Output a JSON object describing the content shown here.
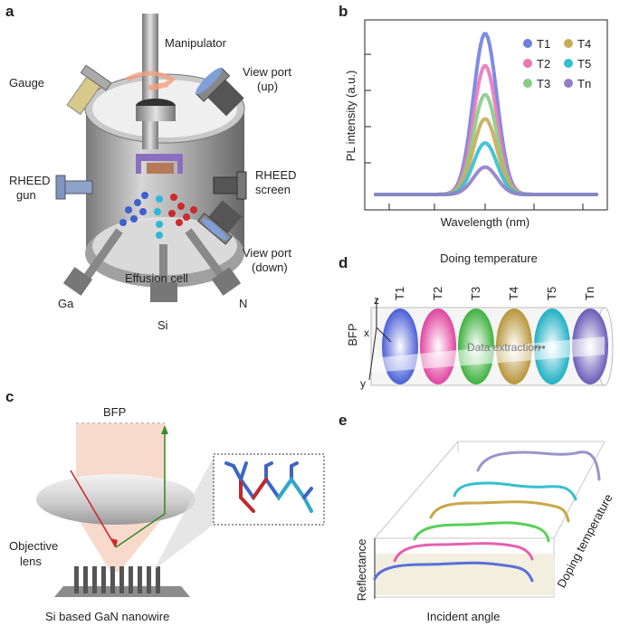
{
  "panels": {
    "a": {
      "letter": "a",
      "labels": {
        "manipulator": "Manipulator",
        "gauge": "Gauge",
        "view_port_up_1": "View port",
        "view_port_up_2": "(up)",
        "rheed_gun_1": "RHEED",
        "rheed_gun_2": "gun",
        "rheed_screen_1": "RHEED",
        "rheed_screen_2": "screen",
        "view_port_down_1": "View port",
        "view_port_down_2": "(down)",
        "effusion_cell": "Effusion cell",
        "ga": "Ga",
        "si": "Si",
        "n": "N"
      }
    },
    "b": {
      "letter": "b",
      "xlabel": "Wavelength (nm)",
      "ylabel": "PL intensity (a.u.)"
    },
    "c": {
      "letter": "c",
      "labels": {
        "bfp": "BFP",
        "objective_1": "Objective",
        "objective_2": "lens",
        "nanowire": "Si based GaN nanowire"
      }
    },
    "d": {
      "letter": "d",
      "title": "Doing temperature",
      "axis_z": "z",
      "axis_x": "x",
      "axis_y": "y",
      "bfp": "BFP",
      "extraction": "Data extraction",
      "dots": "•••",
      "columns": [
        "T1",
        "T2",
        "T3",
        "T4",
        "T5",
        "Tn"
      ]
    },
    "e": {
      "letter": "e",
      "xlabel": "Incident angle",
      "ylabel": "Reflectance",
      "zlabel": "Doping temperature"
    }
  },
  "chart_data": {
    "type": "line",
    "xlabel": "Wavelength (nm)",
    "ylabel": "PL intensity (a.u.)",
    "legend_position": "top-right",
    "grid": false,
    "series": [
      {
        "name": "T1",
        "color": "#6f7fe0",
        "peak": 1.0
      },
      {
        "name": "T2",
        "color": "#e877b8",
        "peak": 0.8
      },
      {
        "name": "T3",
        "color": "#86cc86",
        "peak": 0.62
      },
      {
        "name": "T4",
        "color": "#c8aa5a",
        "peak": 0.47
      },
      {
        "name": "T5",
        "color": "#33bfcf",
        "peak": 0.32
      },
      {
        "name": "Tn",
        "color": "#8f7fc8",
        "peak": 0.17
      }
    ]
  },
  "colors": {
    "t1": "#5d6fd8",
    "t2": "#e660b0",
    "t3": "#58bf58",
    "t4": "#c9a84a",
    "t5": "#30bccc",
    "tn": "#7e6fc0"
  }
}
